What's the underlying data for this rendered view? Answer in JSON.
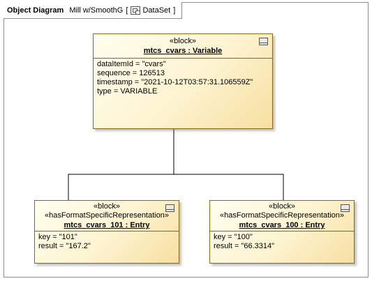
{
  "frame": {
    "kind": "Object Diagram",
    "name": "Mill w/SmoothG",
    "context": "DataSet"
  },
  "blocks": {
    "main": {
      "stereotype": "«block»",
      "name": "mtcs_cvars : Variable",
      "attributes": [
        "dataItemId = \"cvars\"",
        "sequence = 126513",
        "timestamp = \"2021-10-12T03:57:31.106559Z\"",
        "type = VARIABLE"
      ]
    },
    "entry_101": {
      "stereotype1": "«block»",
      "stereotype2": "«hasFormatSpecificRepresentation»",
      "name": "mtcs_cvars_101 : Entry",
      "attributes": [
        "key = \"101\"",
        "result = \"167.2\""
      ]
    },
    "entry_100": {
      "stereotype1": "«block»",
      "stereotype2": "«hasFormatSpecificRepresentation»",
      "name": "mtcs_cvars_100 : Entry",
      "attributes": [
        "key = \"100\"",
        "result = \"66.3314\""
      ]
    }
  },
  "colors": {
    "block_border": "#8b6914",
    "block_fill_light": "#fffff0",
    "block_fill_dark": "#f7dfa0",
    "frame_border": "#8c8c8c",
    "connector": "#000000"
  }
}
